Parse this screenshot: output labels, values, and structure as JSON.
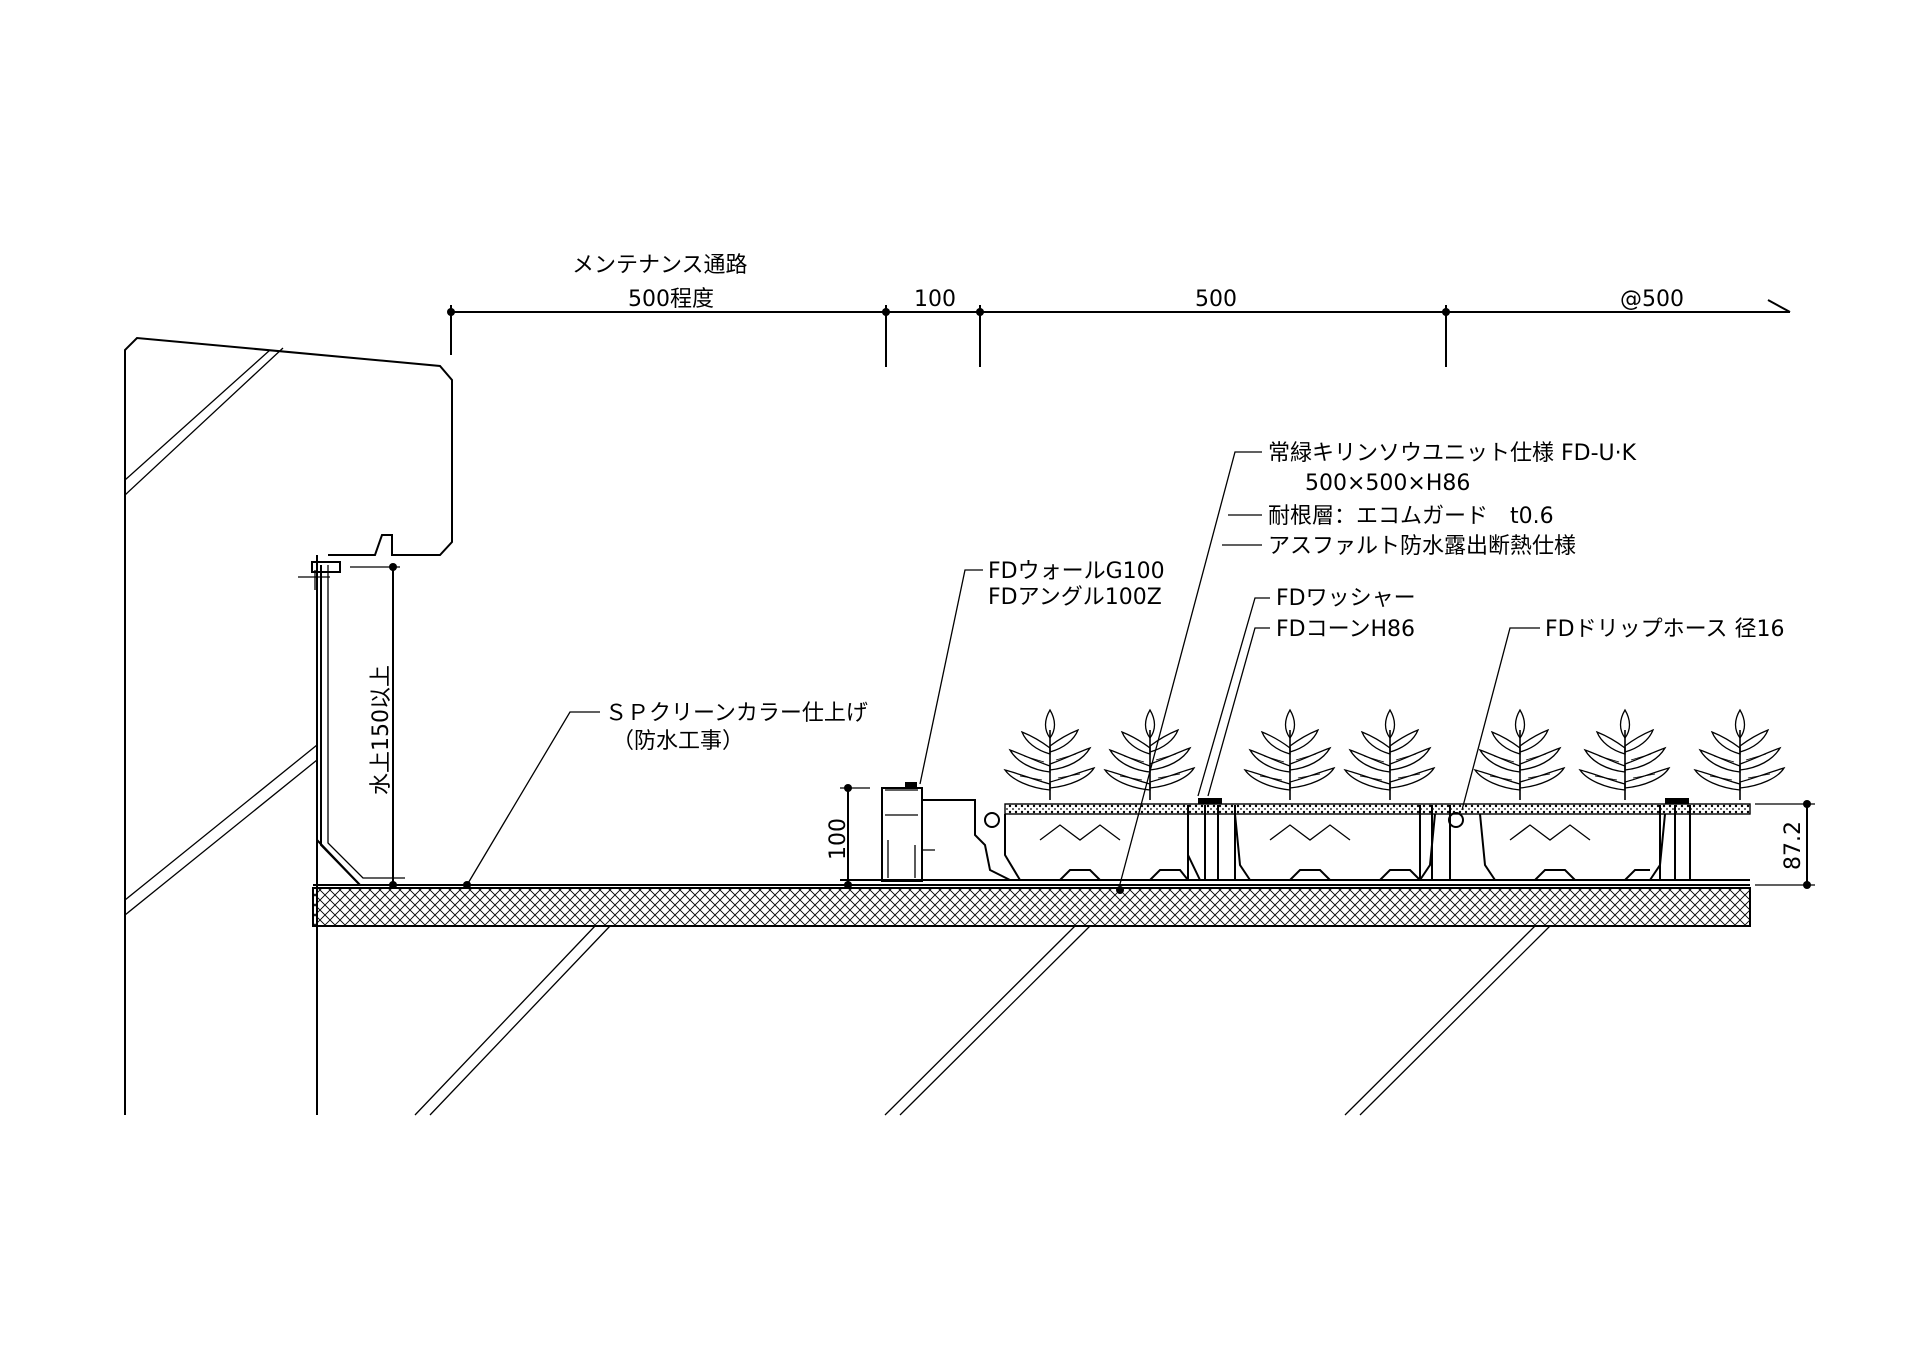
{
  "dimensions": {
    "maintenance_title": "メンテナンス通路",
    "maintenance_value": "500程度",
    "gap": "100",
    "unit": "500",
    "pitch": "@500",
    "wall_height": "100",
    "unit_height": "87.2",
    "upturn_height": "水上150以上"
  },
  "labels": {
    "unit_spec_line1": "常緑キリンソウユニット仕様 FD-U·K",
    "unit_spec_line2": "500×500×H86",
    "root_layer": "耐根層：エコムガード　t0.6",
    "waterproofing": "アスファルト防水露出断熱仕様",
    "wall_line1": "FDウォールG100",
    "wall_line2": "FDアングル100Z",
    "washer": "FDワッシャー",
    "cone": "FDコーンH86",
    "drip_hose": "FDドリップホース 径16",
    "finish_line1": "ＳＰクリーンカラー仕上げ",
    "finish_line2": "（防水工事）"
  }
}
